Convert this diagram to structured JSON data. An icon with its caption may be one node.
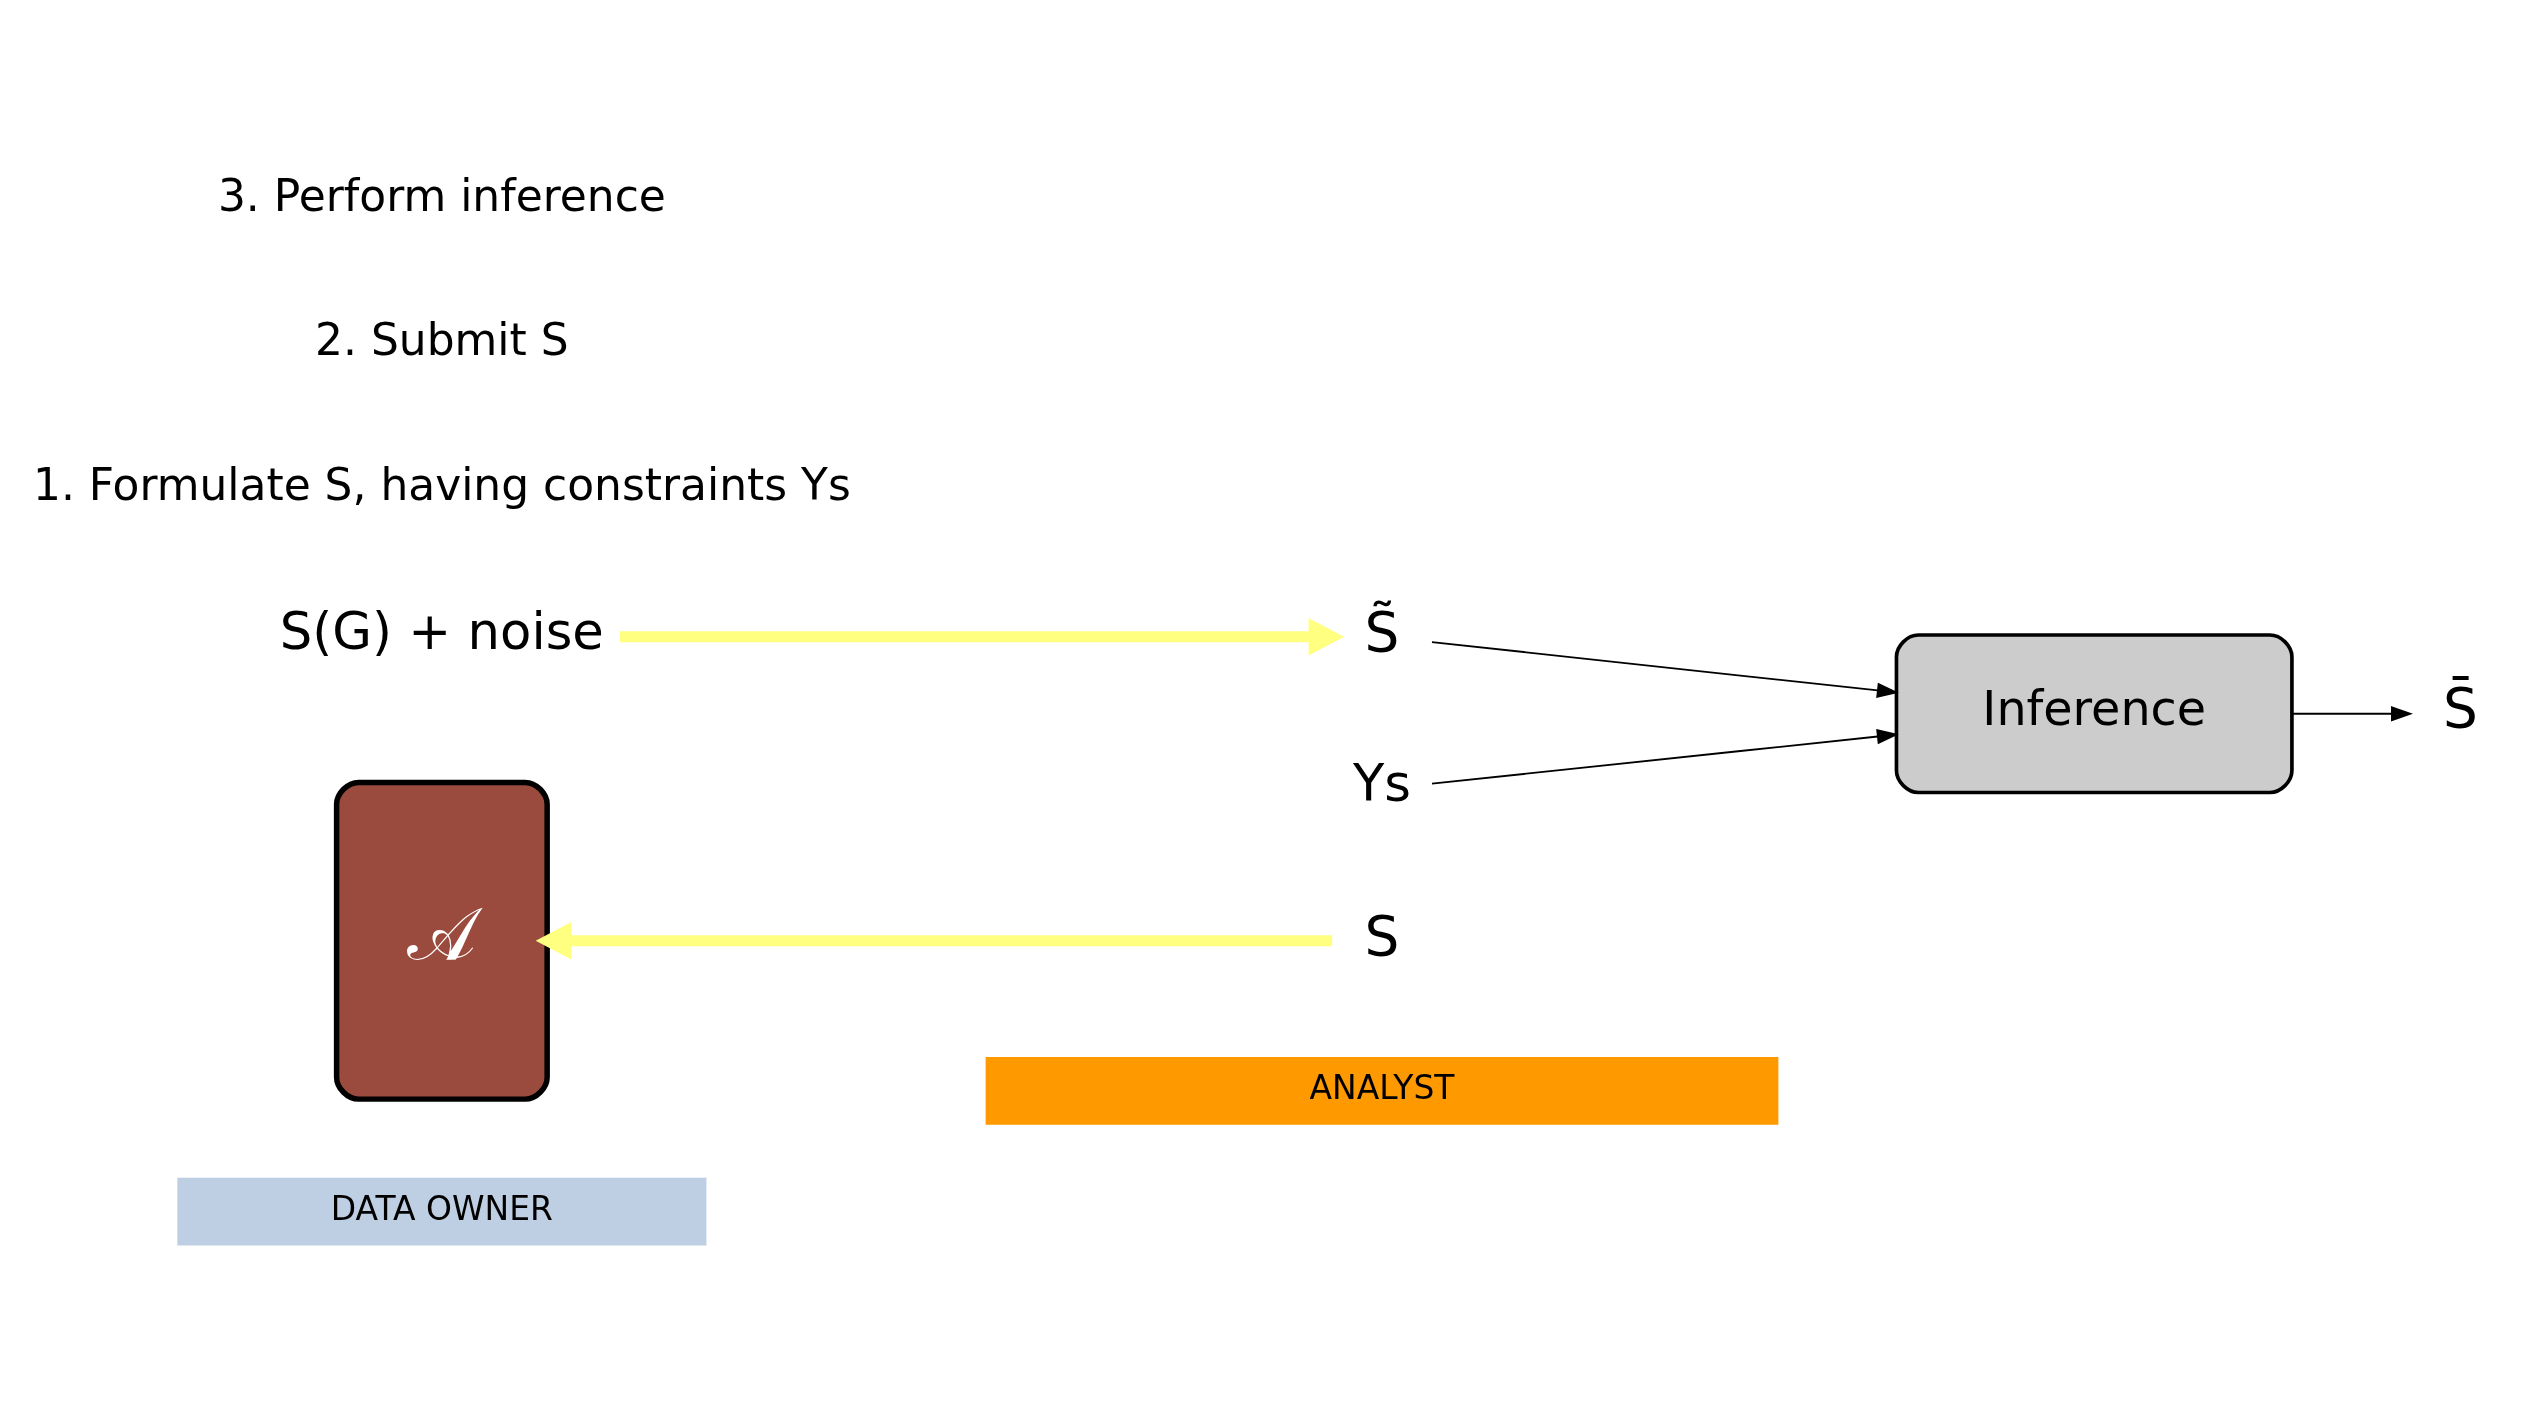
{
  "diagram": {
    "nodes": [
      {
        "text": [
          "DATA OWNER"
        ]
      },
      {
        "text": [
          "ANALYST"
        ]
      },
      {
        "text": [
          "𝒜"
        ]
      },
      {
        "text": [
          "S(G) + noise"
        ]
      },
      {
        "text": [
          "S"
        ]
      },
      {
        "text": [
          "S̃"
        ]
      },
      {
        "text": [
          "Inference"
        ]
      },
      {
        "text": [
          "Υs"
        ]
      },
      {
        "text": [
          "S̄"
        ]
      }
    ],
    "edges": [
      {
        "from": 4,
        "to": 2,
        "arrow": "to",
        "style": "thick",
        "color": "#ffff80"
      },
      {
        "from": 3,
        "to": 5,
        "arrow": "to",
        "style": "thick",
        "color": "#ffff80"
      },
      {
        "from": 5,
        "to": 6,
        "arrow": "to"
      },
      {
        "from": 7,
        "to": 6,
        "arrow": "to"
      },
      {
        "from": 6,
        "to": 8,
        "arrow": "to"
      }
    ],
    "labels": [
      "1. Formulate S, having constraints Υs",
      "2. Submit S",
      "3. Perform inference"
    ]
  }
}
